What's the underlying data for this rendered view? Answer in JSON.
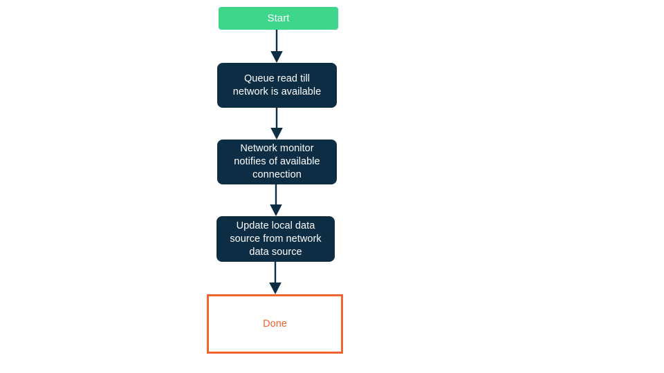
{
  "diagram": {
    "type": "flowchart",
    "orientation": "top-to-bottom",
    "background_color": "#ffffff",
    "colors": {
      "start_fill": "#3dd68a",
      "start_text": "#ffffff",
      "process_fill": "#0d2d44",
      "process_text": "#ffffff",
      "done_border": "#f0622f",
      "done_fill": "#ffffff",
      "done_text": "#f0622f",
      "arrow": "#0d2d44"
    },
    "nodes": [
      {
        "id": "start",
        "label": "Start",
        "shape": "rounded-rectangle",
        "role": "terminal-start"
      },
      {
        "id": "queue",
        "label": "Queue read till\nnetwork is available",
        "shape": "rounded-rectangle",
        "role": "process"
      },
      {
        "id": "monitor",
        "label": "Network monitor\nnotifies of available\nconnection",
        "shape": "rounded-rectangle",
        "role": "process"
      },
      {
        "id": "update",
        "label": "Update local data\nsource from network\ndata source",
        "shape": "rounded-rectangle",
        "role": "process"
      },
      {
        "id": "done",
        "label": "Done",
        "shape": "rectangle",
        "role": "terminal-end"
      }
    ],
    "edges": [
      {
        "id": "edge-start-queue",
        "from": "start",
        "to": "queue",
        "label": "",
        "arrowhead": "filled-triangle"
      },
      {
        "id": "edge-queue-monitor",
        "from": "queue",
        "to": "monitor",
        "label": "",
        "arrowhead": "filled-triangle"
      },
      {
        "id": "edge-monitor-update",
        "from": "monitor",
        "to": "update",
        "label": "",
        "arrowhead": "filled-triangle"
      },
      {
        "id": "edge-update-done",
        "from": "update",
        "to": "done",
        "label": "",
        "arrowhead": "filled-triangle"
      }
    ]
  }
}
